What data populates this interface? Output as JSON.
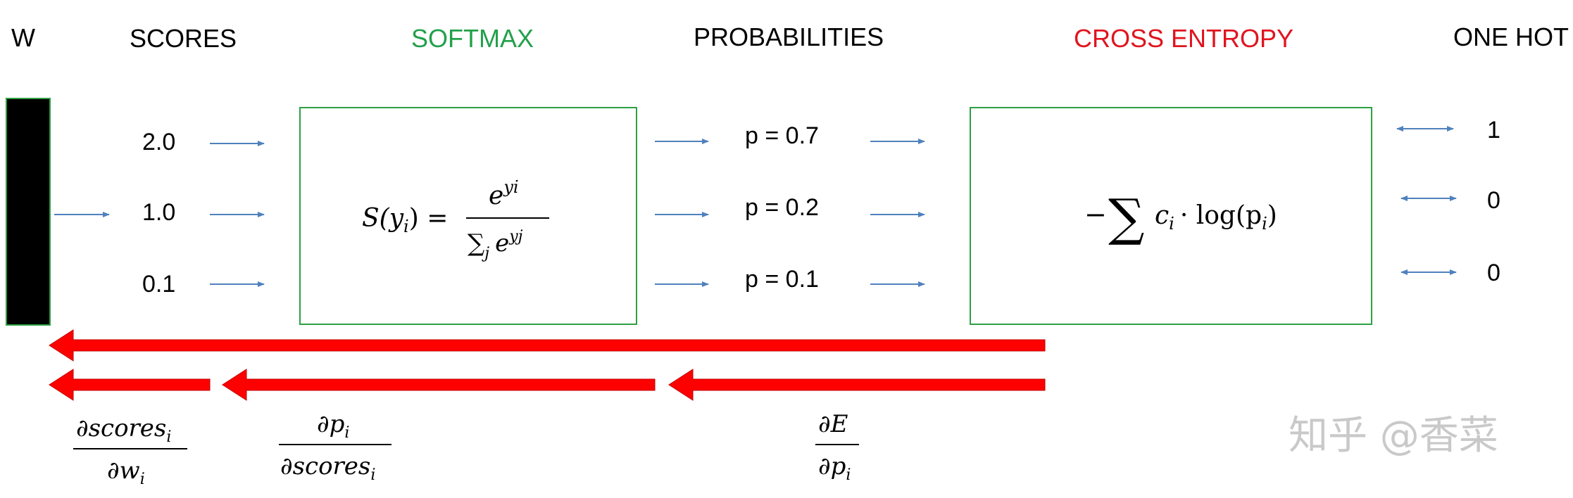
{
  "headers": {
    "w": "W",
    "scores": "SCORES",
    "softmax": "SOFTMAX",
    "probabilities": "PROBABILITIES",
    "cross_entropy": "CROSS ENTROPY",
    "one_hot": "ONE HOT"
  },
  "scores": [
    "2.0",
    "1.0",
    "0.1"
  ],
  "probabilities": [
    "p = 0.7",
    "p = 0.2",
    "p = 0.1"
  ],
  "one_hot": [
    "1",
    "0",
    "0"
  ],
  "softmax_formula": {
    "lhs_S": "S(y",
    "lhs_i": "i",
    "lhs_close": ") =",
    "num_e": "e",
    "num_exp": "yi",
    "den_sigma": "∑",
    "den_j": "j",
    "den_e": "e",
    "den_exp": "yj"
  },
  "cross_entropy_formula": {
    "minus": "−",
    "sigma": "∑",
    "c": "c",
    "c_sub": "i",
    "dot_log": "· log(p",
    "p_sub": "i",
    "close": ")"
  },
  "gradients": {
    "g1_num": "∂scores",
    "g1_num_sub": "i",
    "g1_den": "∂w",
    "g1_den_sub": "i",
    "g2_num": "∂p",
    "g2_num_sub": "i",
    "g2_den": "∂scores",
    "g2_den_sub": "i",
    "g3_num": "∂E",
    "g3_den": "∂p",
    "g3_den_sub": "i"
  },
  "watermark": "知乎 @香菜",
  "colors": {
    "softmax_title": "#22a04b",
    "cross_entropy_title": "#e0141e",
    "box_border": "#2ea043",
    "arrow_blue": "#4f81bd",
    "backprop_red": "#ff0000",
    "w_block": "#000000"
  }
}
